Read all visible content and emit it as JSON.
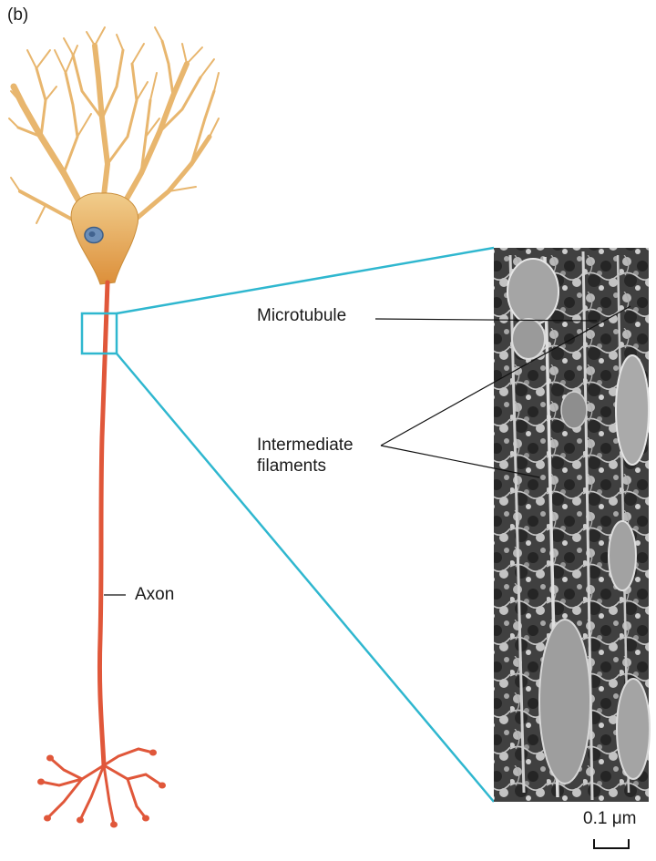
{
  "panel_label": "(b)",
  "labels": {
    "microtubule": "Microtubule",
    "intermediate_line1": "Intermediate",
    "intermediate_line2": "filaments",
    "axon": "Axon",
    "scale_bar": "0.1 μm"
  },
  "colors": {
    "dendrite": "#e8b66e",
    "dendrite_edge": "#c98d3a",
    "soma": "#e2a14a",
    "nucleus": "#6d8fb8",
    "axon": "#e0573a",
    "zoom_lines": "#2fb7cf",
    "leader_lines": "#111111",
    "micrograph_bg": "#505050"
  }
}
